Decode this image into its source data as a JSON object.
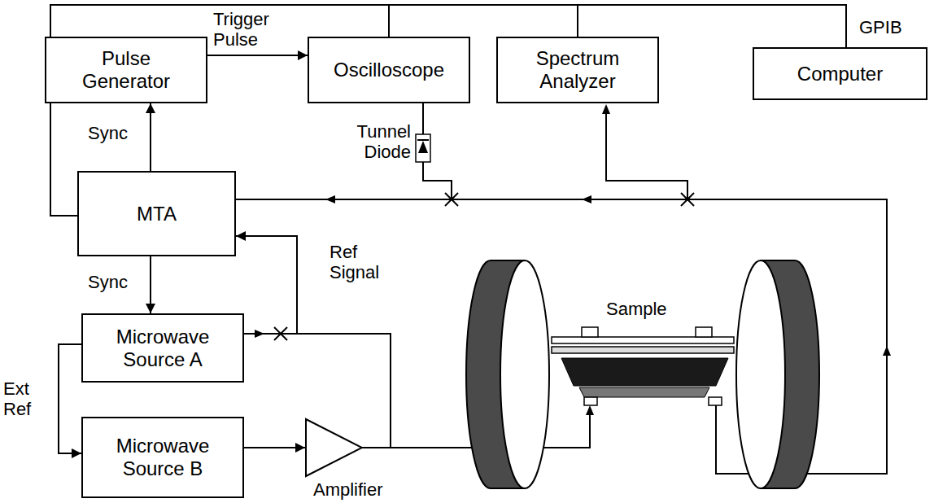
{
  "diagram": {
    "nodes": [
      {
        "text": [
          "Pulse Generator"
        ]
      },
      {
        "text": [
          "Oscilloscope"
        ]
      },
      {
        "text": [
          "Spectrum Analyzer"
        ]
      },
      {
        "text": [
          "Computer"
        ]
      },
      {
        "text": [
          "MTA"
        ]
      },
      {
        "text": [
          "Microwave Source A"
        ]
      },
      {
        "text": [
          "Microwave Source B"
        ]
      },
      {
        "text": [
          "Amplifier"
        ]
      }
    ],
    "edges": [
      {
        "from": 4,
        "to": 0,
        "label": "Sync",
        "arrow": "to"
      },
      {
        "from": 0,
        "to": 1,
        "label": "Trigger Pulse",
        "arrow": "to"
      },
      {
        "from": 4,
        "to": 5,
        "label": "Sync",
        "arrow": "to"
      },
      {
        "from": 5,
        "to": 4,
        "label": "Ref Signal",
        "arrow": "to"
      },
      {
        "from": 5,
        "to": 6,
        "label": "Ext Ref",
        "arrow": "to"
      },
      {
        "from": 6,
        "to": 7,
        "arrow": "to"
      },
      {
        "from": 3,
        "to": 1,
        "arrow": "none"
      },
      {
        "from": 3,
        "to": 2,
        "arrow": "none"
      },
      {
        "from": 3,
        "to": 4,
        "arrow": "none"
      }
    ],
    "labels": [
      "GPIB",
      "Tunnel Diode",
      "Sample"
    ]
  }
}
